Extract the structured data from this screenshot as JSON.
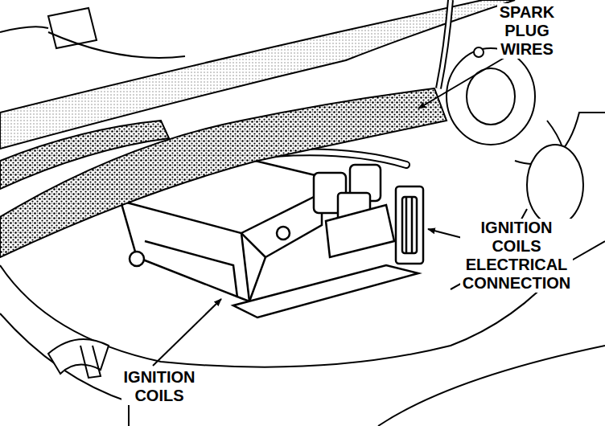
{
  "diagram": {
    "labels": [
      "SPARK PLUG WIRES",
      "IGNITION COILS ELECTRICAL CONNECTION",
      "IGNITION COILS"
    ]
  }
}
